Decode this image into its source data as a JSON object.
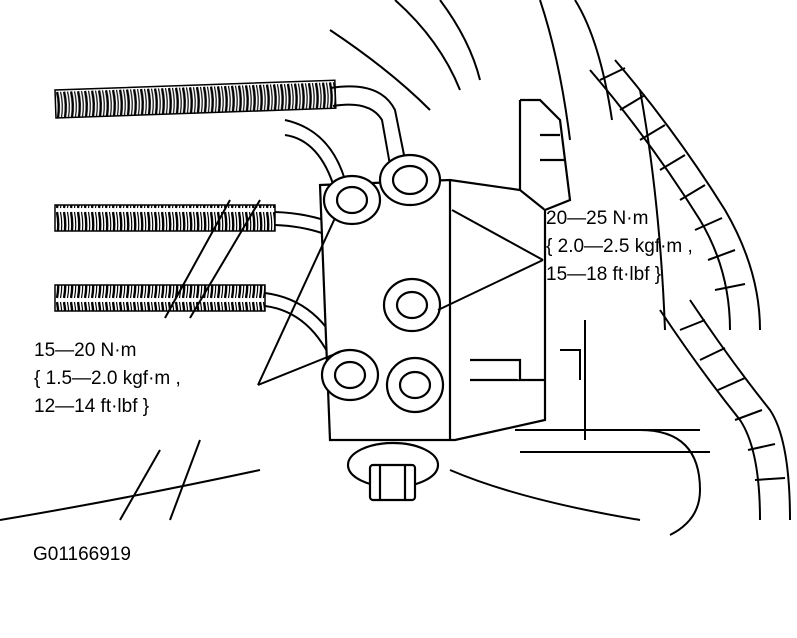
{
  "torque_right": {
    "line1": "20—25 N·m",
    "line2": "{ 2.0—2.5 kgf·m ,",
    "line3": "15—18 ft·lbf }"
  },
  "torque_left": {
    "line1": "15—20 N·m",
    "line2": "{ 1.5—2.0 kgf·m ,",
    "line3": "12—14 ft·lbf }"
  },
  "figure_id": "G01166919"
}
